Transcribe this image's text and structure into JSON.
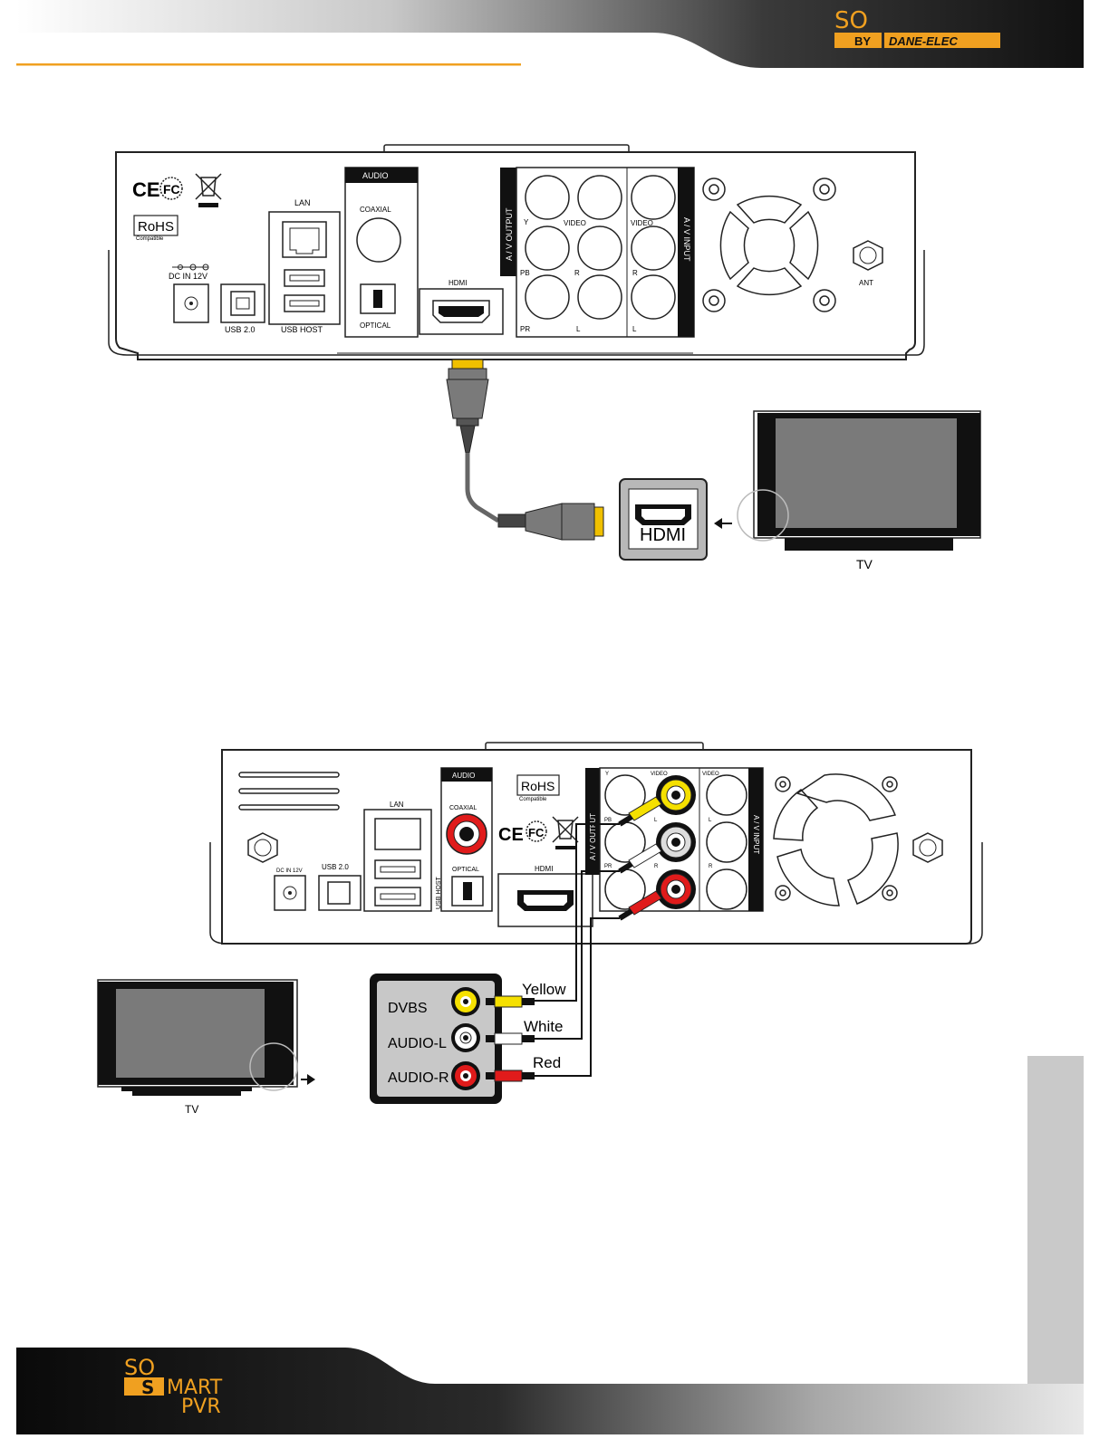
{
  "header": {
    "logo_so": "SO",
    "logo_by": "BY",
    "logo_brand": "DANE-ELEC"
  },
  "footer": {
    "logo_so": "SO",
    "logo_s": "S",
    "logo_mart": "MART",
    "logo_pvr": "PVR"
  },
  "colors": {
    "accent": "#f0a020",
    "rca_yellow": "#f5e000",
    "rca_red": "#e01b1b",
    "rca_white": "#ffffff",
    "tv_screen": "#7a7a7a"
  },
  "diagram1": {
    "device": {
      "ce": "CE",
      "fc": "FC",
      "rohs": "RoHS",
      "rohs_sub": "Compatible",
      "dc_in": "DC IN 12V",
      "usb20": "USB 2.0",
      "lan": "LAN",
      "usb_host": "USB HOST",
      "audio": "AUDIO",
      "coaxial": "COAXIAL",
      "optical": "OPTICAL",
      "hdmi": "HDMI",
      "av_output": "A / V OUTPUT",
      "av_input": "A / V INPUT",
      "y": "Y",
      "video": "VIDEO",
      "video_in": "VIDEO",
      "pb": "PB",
      "pr": "PR",
      "r": "R",
      "r_in": "R",
      "l": "L",
      "l_in": "L",
      "ant": "ANT"
    },
    "hdmi_port_label": "HDMI",
    "tv_label": "TV"
  },
  "diagram2": {
    "device": {
      "rohs": "RoHS",
      "rohs_sub": "Compatible",
      "ce": "CE",
      "fc": "FC",
      "lan": "LAN",
      "audio": "AUDIO",
      "coaxial": "COAXIAL",
      "optical": "OPTICAL",
      "hdmi": "HDMI",
      "usb20": "USB 2.0",
      "usb_host": "USB HOST",
      "dc_in": "DC IN 12V",
      "av_output": "A / V OUTPUT",
      "av_input": "A / V INPUT",
      "y": "Y",
      "video": "VIDEO",
      "video_in": "VIDEO",
      "pb": "PB",
      "pr": "PR",
      "l": "L",
      "l_in": "L",
      "r": "R",
      "r_in": "R"
    },
    "panel": {
      "dvbs": "DVBS",
      "audio_l": "AUDIO-L",
      "audio_r": "AUDIO-R"
    },
    "cables": {
      "yellow": "Yellow",
      "white": "White",
      "red": "Red"
    },
    "tv_label": "TV"
  }
}
